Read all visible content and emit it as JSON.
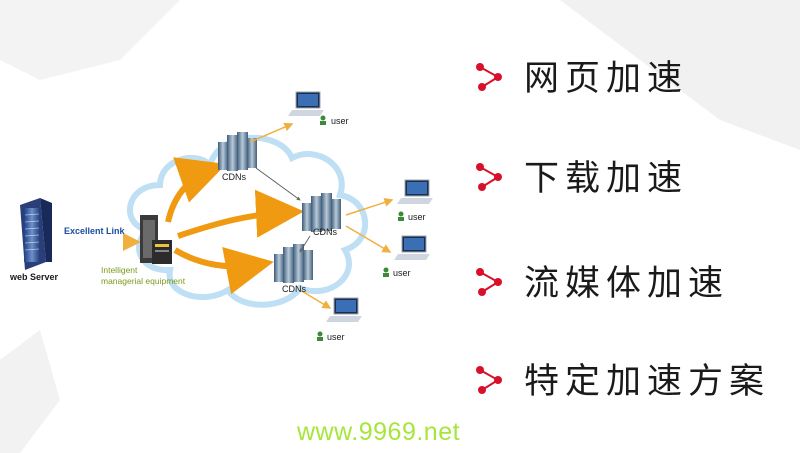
{
  "diagram": {
    "server_label": "web Server",
    "link_label": "Excellent Link",
    "equipment_label_line1": "Intelligent",
    "equipment_label_line2": "managerial equipment",
    "cdn_labels": [
      "CDNs",
      "CDNs",
      "CDNs"
    ],
    "user_labels": [
      "user",
      "user",
      "user",
      "user"
    ],
    "colors": {
      "arrow": "#f2a21a",
      "cloud_outline": "#a9d6f2",
      "link_text": "#1a4fa0"
    }
  },
  "features": [
    {
      "text": "网页加速",
      "icon": "triangle-nodes-icon"
    },
    {
      "text": "下载加速",
      "icon": "triangle-nodes-icon"
    },
    {
      "text": "流媒体加速",
      "icon": "triangle-nodes-icon"
    },
    {
      "text": "特定加速方案",
      "icon": "triangle-nodes-icon"
    }
  ],
  "accent_color": "#d8102a",
  "watermark": "www.9969.net"
}
